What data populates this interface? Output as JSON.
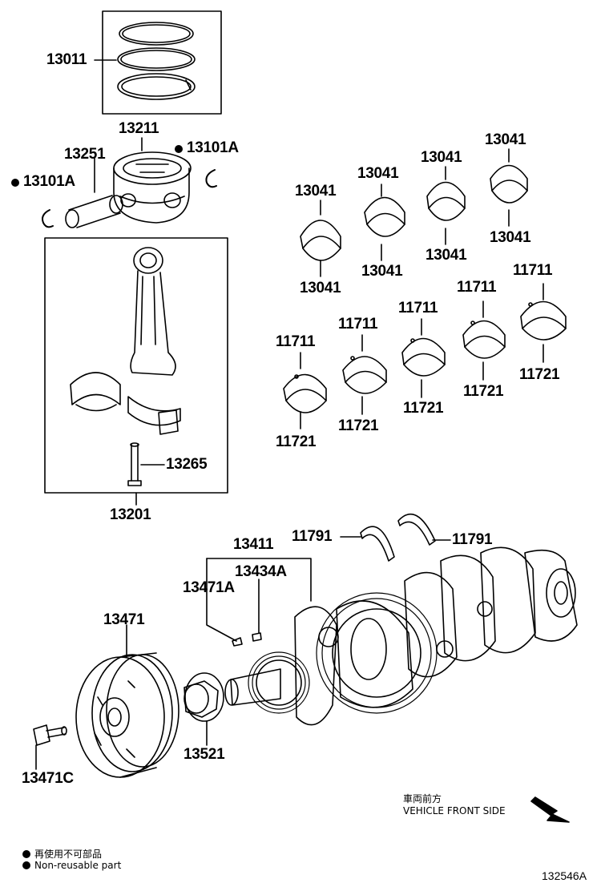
{
  "labels": {
    "rings": "13011",
    "piston": "13211",
    "pin": "13251",
    "snap_right": "13101A",
    "snap_left": "13101A",
    "rod_assy": "13201",
    "rod_bolt": "13265",
    "rod_bearing_1_top": "13041",
    "rod_bearing_1_bot": "13041",
    "rod_bearing_2_top": "13041",
    "rod_bearing_2_bot": "13041",
    "rod_bearing_3_top": "13041",
    "rod_bearing_3_bot": "13041",
    "rod_bearing_4_top": "13041",
    "rod_bearing_4_bot": "13041",
    "main_bearing_1_top": "11711",
    "main_bearing_1_bot": "11721",
    "main_bearing_2_top": "11711",
    "main_bearing_2_bot": "11721",
    "main_bearing_3_top": "11711",
    "main_bearing_3_bot": "11721",
    "main_bearing_4_top": "11711",
    "main_bearing_4_bot": "11721",
    "main_bearing_5_top": "11711",
    "main_bearing_5_bot": "11721",
    "thrust_washer_left": "11791",
    "thrust_washer_right": "11791",
    "crankshaft": "13411",
    "key_pin": "13434A",
    "key_left": "13471A",
    "pulley": "13471",
    "pulley_bolt": "13471C",
    "timing_gear": "13521"
  },
  "legend": {
    "direction_jp": "車両前方",
    "direction_en": "VEHICLE FRONT SIDE",
    "nonreusable_jp": "再使用不可部品",
    "nonreusable_en": "Non-reusable part"
  },
  "catalog_number": "132546A",
  "icons": [
    "non-reusable-dot-icon",
    "front-direction-arrow-icon"
  ]
}
